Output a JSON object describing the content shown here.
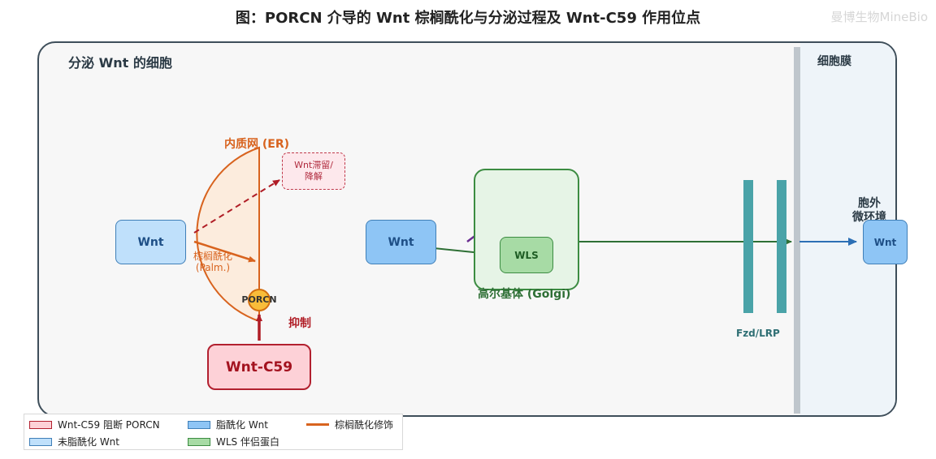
{
  "title": "图：PORCN 介导的 Wnt 棕榈酰化与分泌过程及 Wnt-C59 作用位点",
  "watermark": "曼博生物MineBio",
  "cell": {
    "label": "分泌 Wnt 的细胞"
  },
  "membrane": {
    "label": "细胞膜"
  },
  "er": {
    "label": "内质网 (ER)"
  },
  "wnt_retain": {
    "line1": "Wnt滞留/",
    "line2": "降解"
  },
  "wnt_unpalmitoylated": {
    "label": "Wnt"
  },
  "palmitoylation": {
    "line1": "棕榈酰化",
    "line2": "(Palm.)"
  },
  "porcn": {
    "label": "PORCN"
  },
  "inhibit": {
    "label": "抑制"
  },
  "drug": {
    "label": "Wnt-C59"
  },
  "wnt_palmitoylated": {
    "label": "Wnt"
  },
  "golgi": {
    "label": "高尔基体 (Golgi)"
  },
  "wls": {
    "label": "WLS"
  },
  "receptor": {
    "label": "Fzd/LRP"
  },
  "extracellular": {
    "line1": "胞外",
    "line2": "微环境"
  },
  "wnt_secreted": {
    "label": "Wnt"
  },
  "legend": {
    "c59": "Wnt-C59 阻断 PORCN",
    "unpalm": "未脂酰化 Wnt",
    "palm": "脂酰化 Wnt",
    "wls": "WLS 伴侣蛋白",
    "palm_mod": "棕榈酰化修饰"
  },
  "colors": {
    "er": "#d8631e",
    "inhibit": "#b01d26",
    "golgi": "#3c8c42",
    "wnt_blue": "#2c6fb5",
    "receptor": "#4aa3a8"
  }
}
